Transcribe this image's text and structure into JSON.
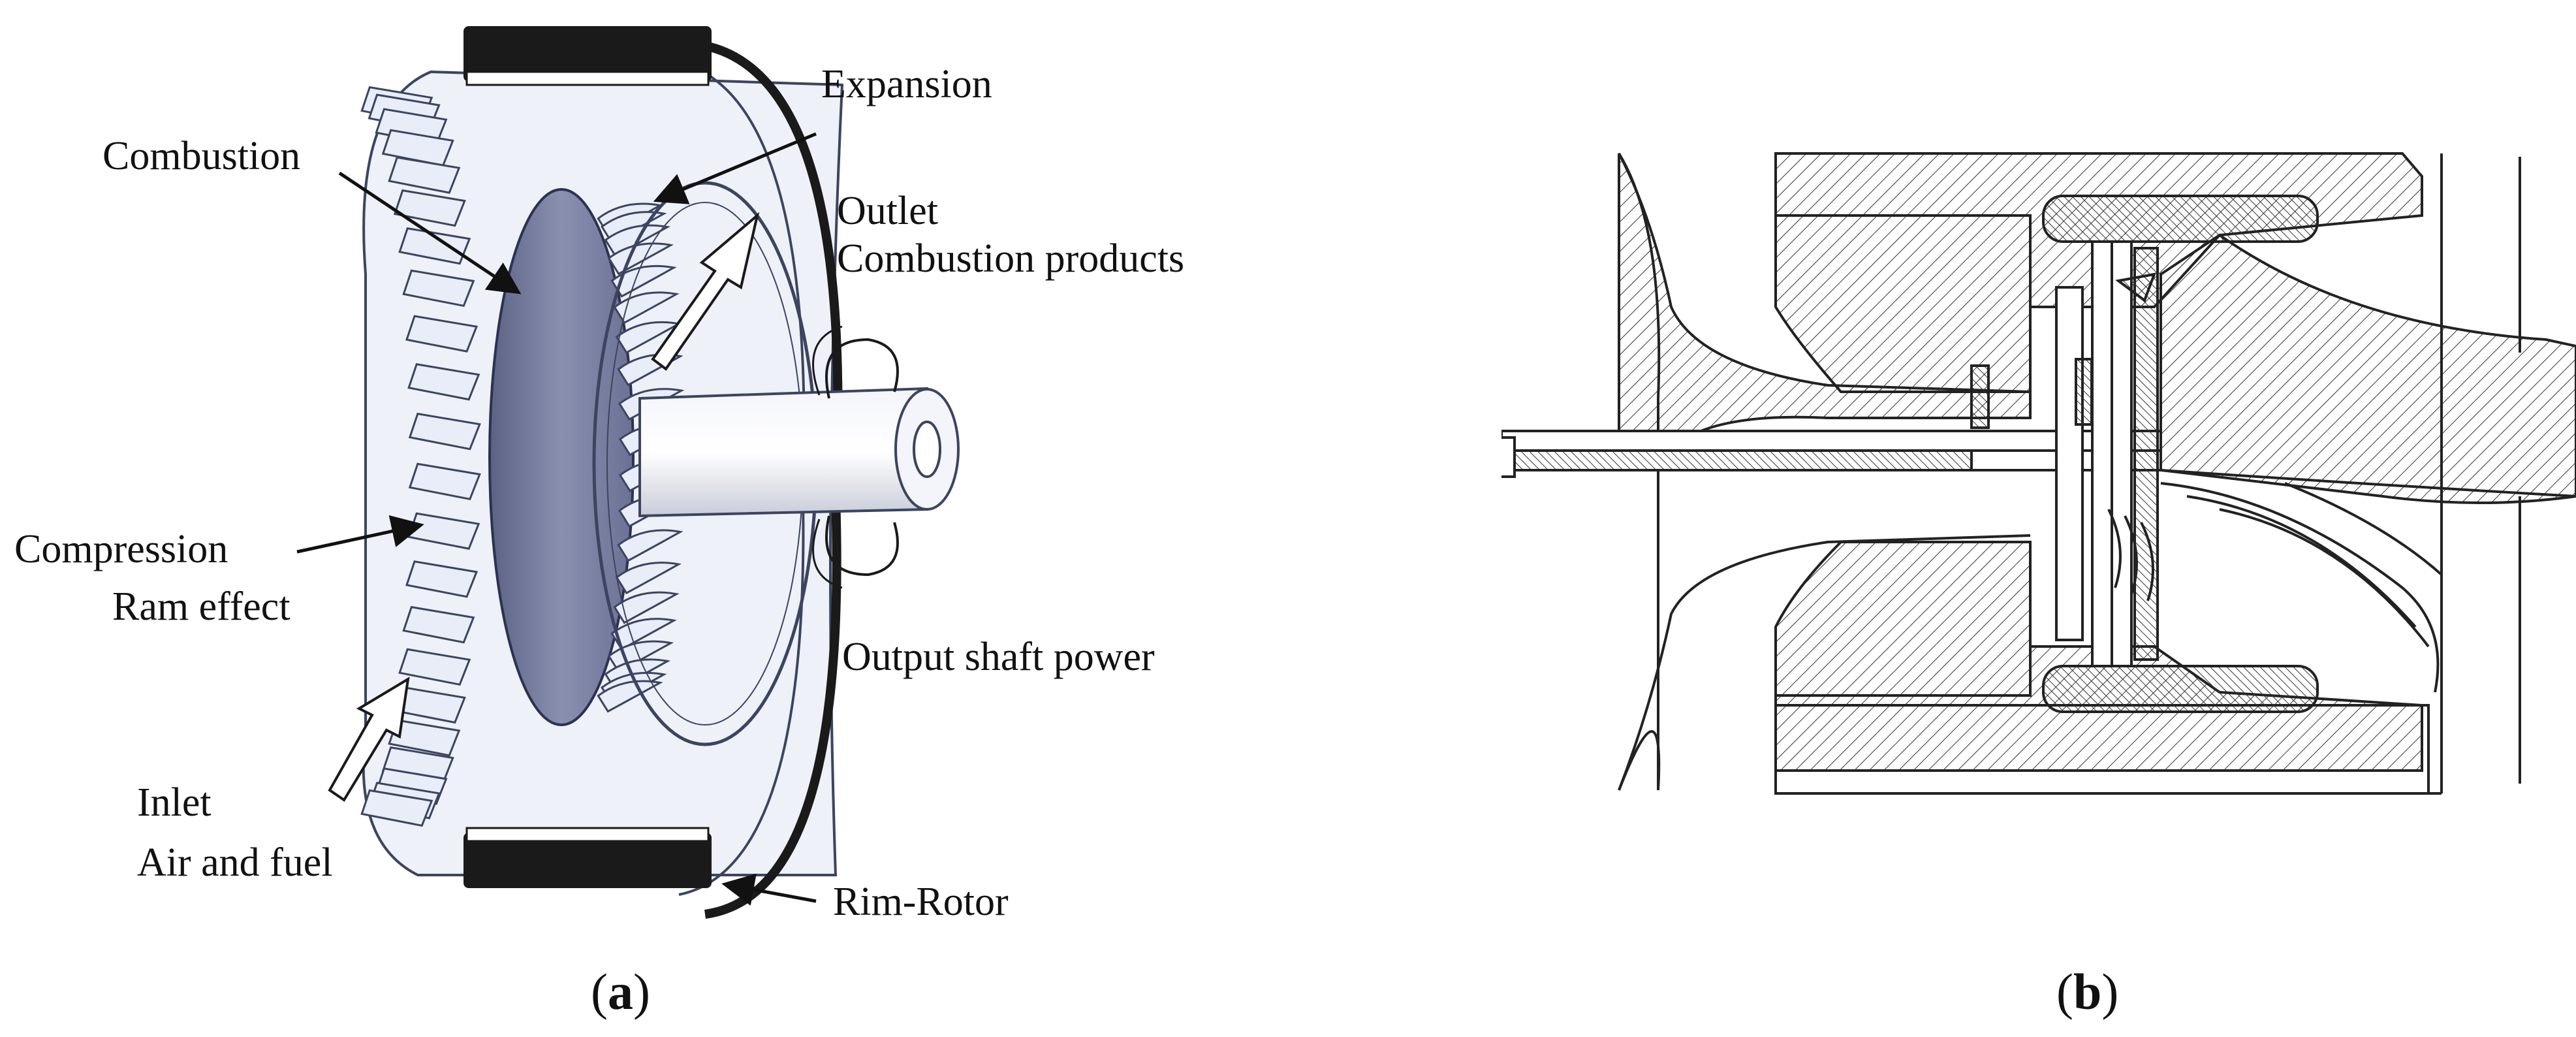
{
  "panel_a": {
    "labels": {
      "expansion": "Expansion",
      "combustion": "Combustion",
      "outlet": "Outlet",
      "combustion_products": "Combustion products",
      "compression": "Compression",
      "ram_effect": "Ram effect",
      "output_shaft_power": "Output shaft power",
      "inlet": "Inlet",
      "air_and_fuel": "Air and fuel",
      "rim_rotor": "Rim-Rotor"
    },
    "caption": {
      "open": "(",
      "letter": "a",
      "close": ")"
    }
  },
  "panel_b": {
    "caption": {
      "open": "(",
      "letter": "b",
      "close": ")"
    }
  },
  "colors": {
    "ink": "#111111",
    "disc": "#7f85a6",
    "disc_shadow": "#5c6284",
    "blade_fill": "#e9edf7",
    "blade_stroke": "#3c4460",
    "rim": "#1a1a1a",
    "hatch": "#333333"
  }
}
